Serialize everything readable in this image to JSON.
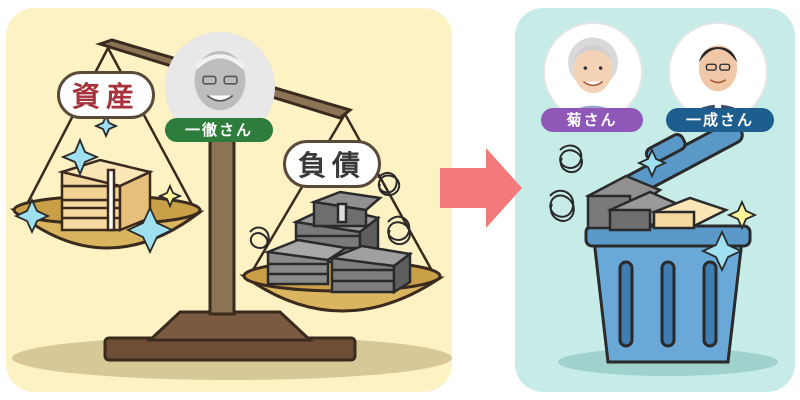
{
  "labels": {
    "assets": "資産",
    "liabilities": "負債"
  },
  "people": {
    "ittetsu": {
      "name": "一徹さん",
      "tag_color": "#2f7d3c"
    },
    "kiku": {
      "name": "菊さん",
      "tag_color": "#8e57b8"
    },
    "kazunari": {
      "name": "一成さん",
      "tag_color": "#1d5e8e"
    }
  },
  "colors": {
    "left_panel": "#fdf2c4",
    "right_panel": "#c7ece8",
    "arrow": "#f27a7a",
    "scale_wood": "#8a7454",
    "trash_can": "#6aa8d8"
  },
  "icons": [
    "balance-scale-icon",
    "money-bundle-icon",
    "debt-bundle-icon",
    "sparkle-icon",
    "tangle-scribble-icon",
    "right-arrow-icon",
    "trash-can-icon"
  ]
}
